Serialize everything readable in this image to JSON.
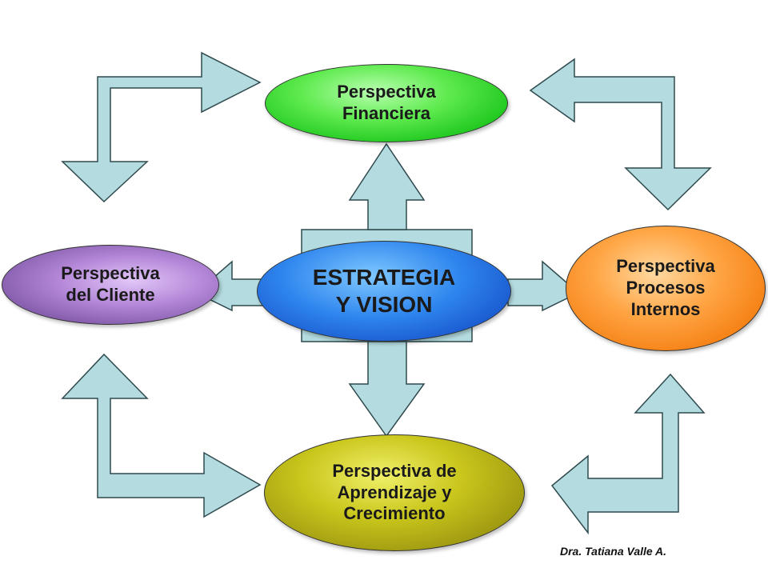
{
  "nodes": {
    "financiera": "Perspectiva\nFinanciera",
    "cliente": "Perspectiva\ndel Cliente",
    "estrategia": "ESTRATEGIA\nY VISION",
    "procesos": "Perspectiva\nProcesos\nInternos",
    "aprendizaje": "Perspectiva de\nAprendizaje y\nCrecimiento"
  },
  "credit": "Dra. Tatiana Valle A.",
  "colors": {
    "arrow_fill": "#b4dce0",
    "arrow_stroke": "#2f4a4e",
    "financiera": "#19c41a",
    "cliente": "#7e56a6",
    "estrategia": "#1550c8",
    "procesos": "#f47d10",
    "aprendizaje": "#9a9410"
  }
}
